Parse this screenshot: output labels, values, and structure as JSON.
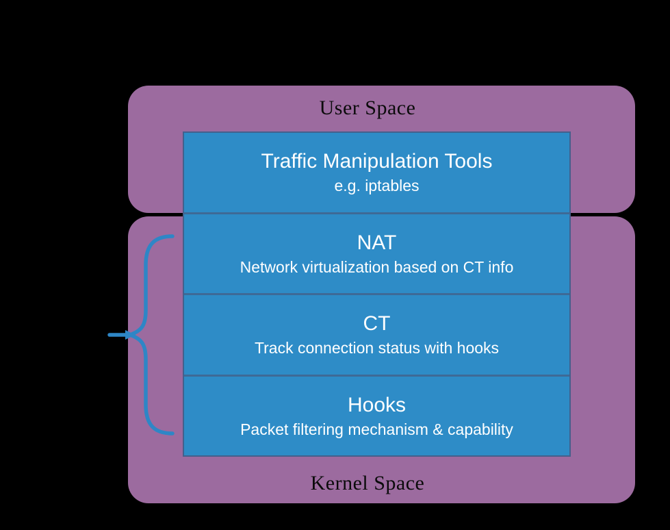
{
  "diagram": {
    "user_space": {
      "label": "User Space"
    },
    "kernel_space": {
      "label": "Kernel Space"
    },
    "layers": [
      {
        "id": "traffic-tools",
        "title": "Traffic Manipulation Tools",
        "subtitle": "e.g. iptables",
        "space": "user"
      },
      {
        "id": "nat",
        "title": "NAT",
        "subtitle": "Network virtualization based on CT info",
        "space": "kernel"
      },
      {
        "id": "ct",
        "title": "CT",
        "subtitle": "Track connection status with hooks",
        "space": "kernel"
      },
      {
        "id": "hooks",
        "title": "Hooks",
        "subtitle": "Packet filtering mechanism & capability",
        "space": "kernel"
      }
    ],
    "brace": {
      "description": "curly brace grouping the NAT, CT and Hooks kernel layers, pointing left"
    },
    "colors": {
      "background": "#000000",
      "space_fill": "#9C6B9F",
      "layer_fill": "#2E8CC7",
      "layer_border": "#44608C",
      "layer_divider": "#3E6A96",
      "layer_text": "#FFFFFF",
      "space_label_text": "#0B0B0B",
      "brace_stroke": "#2E86C6"
    }
  }
}
